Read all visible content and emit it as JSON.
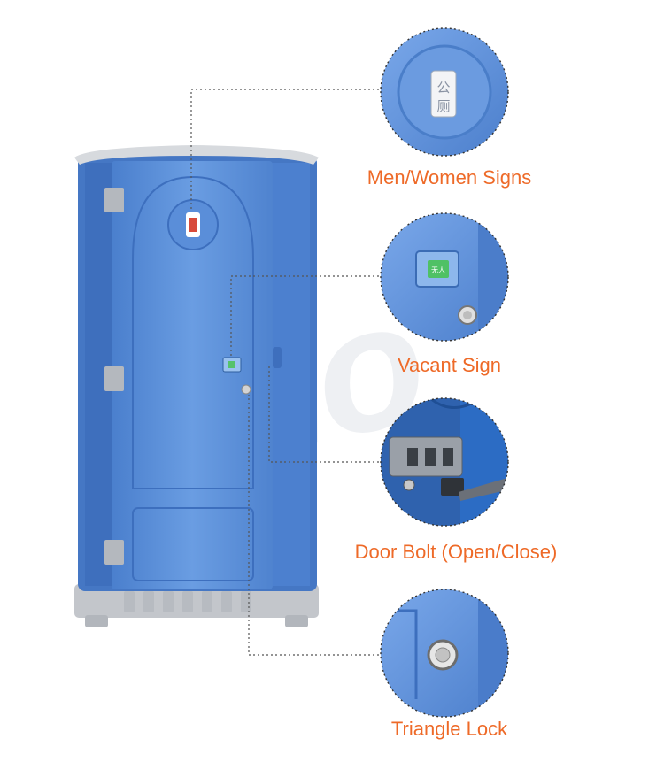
{
  "callouts": [
    {
      "label": "Men/Women Signs"
    },
    {
      "label": "Vacant Sign"
    },
    {
      "label": "Door Bolt (Open/Close)"
    },
    {
      "label": "Triangle Lock"
    }
  ],
  "signs": {
    "men_women_chars": "公厕",
    "vacant_chars": "无人"
  },
  "watermark": {
    "text": "eno"
  },
  "colors": {
    "cabin_blue": "#5c8fd8",
    "cabin_blue_dark": "#3f72c0",
    "label_orange": "#ee6a28",
    "base_gray": "#c9ccd1",
    "dash_line": "#555555"
  }
}
